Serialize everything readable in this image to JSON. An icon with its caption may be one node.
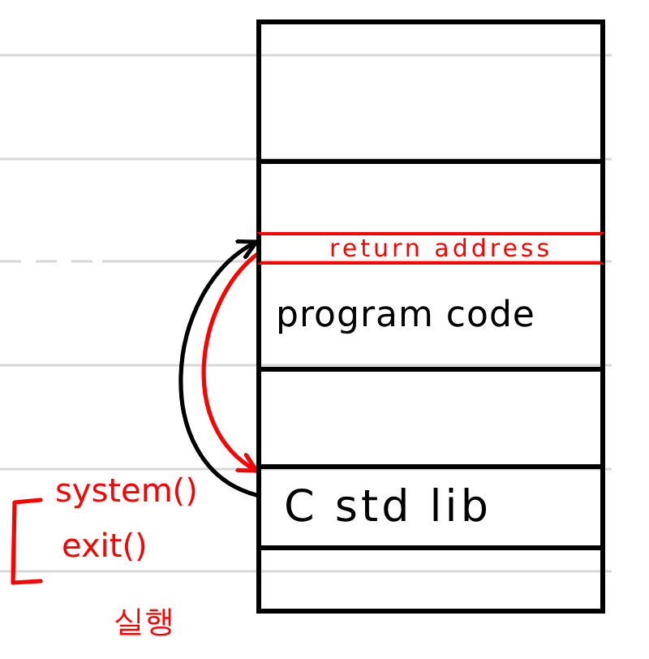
{
  "diagram": {
    "nodes": [
      {
        "text": [],
        "shape": "box"
      },
      {
        "text": [],
        "shape": "box"
      },
      {
        "text": [
          "return address"
        ]
      },
      {
        "text": [
          "program code"
        ]
      },
      {
        "text": [],
        "shape": "box"
      },
      {
        "text": [
          "C std lib"
        ]
      },
      {
        "text": [],
        "shape": "box"
      }
    ],
    "edges": [
      {
        "from": 5,
        "to": 2,
        "arrow": "to"
      },
      {
        "from": 2,
        "to": 5,
        "arrow": "to",
        "color": "#ff0000"
      }
    ],
    "labels": [
      "system()",
      "exit()",
      "실행"
    ]
  }
}
